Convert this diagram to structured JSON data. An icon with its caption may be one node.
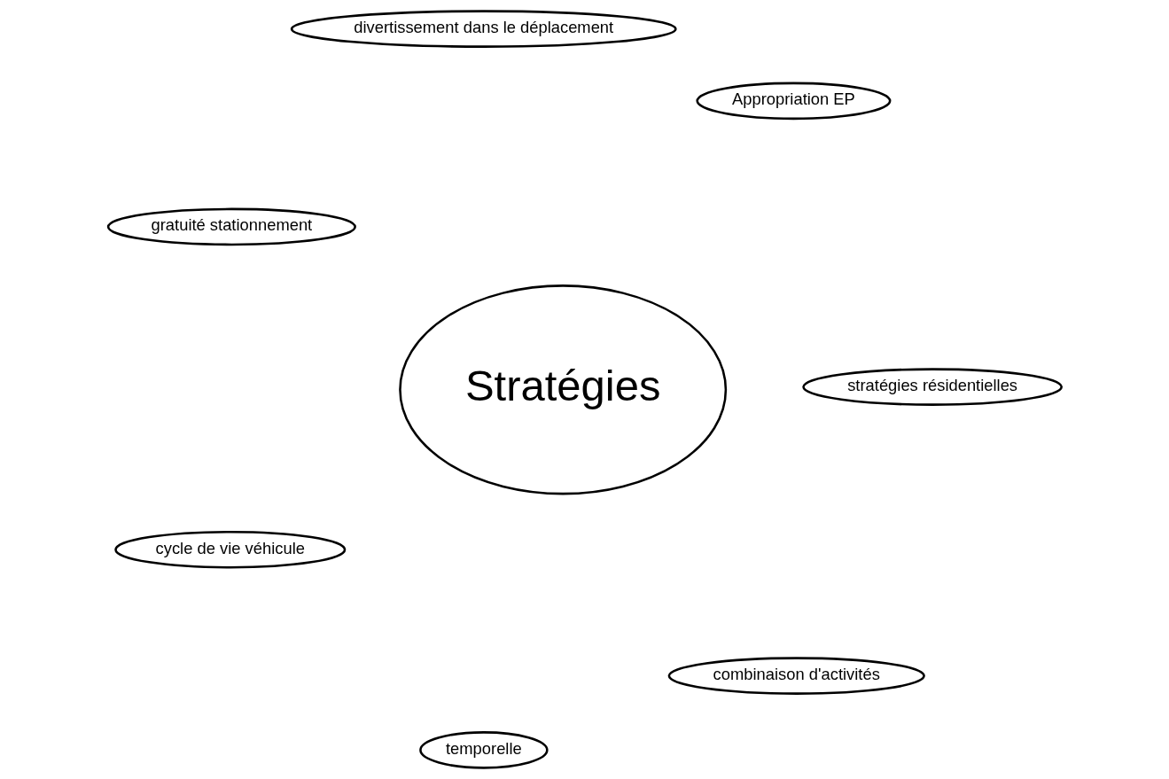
{
  "diagram": {
    "nodes": [
      {
        "text": [
          "Stratégies"
        ]
      },
      {
        "text": [
          "stratégies résidentielles"
        ]
      },
      {
        "text": [
          "temporelle"
        ]
      },
      {
        "text": [
          "gratuité stationnement"
        ]
      },
      {
        "text": [
          "Appropriation EP"
        ]
      },
      {
        "text": [
          "divertissement dans le déplacement"
        ]
      },
      {
        "text": [
          "cycle de vie véhicule"
        ]
      },
      {
        "text": [
          "combinaison d'activités"
        ]
      }
    ]
  }
}
